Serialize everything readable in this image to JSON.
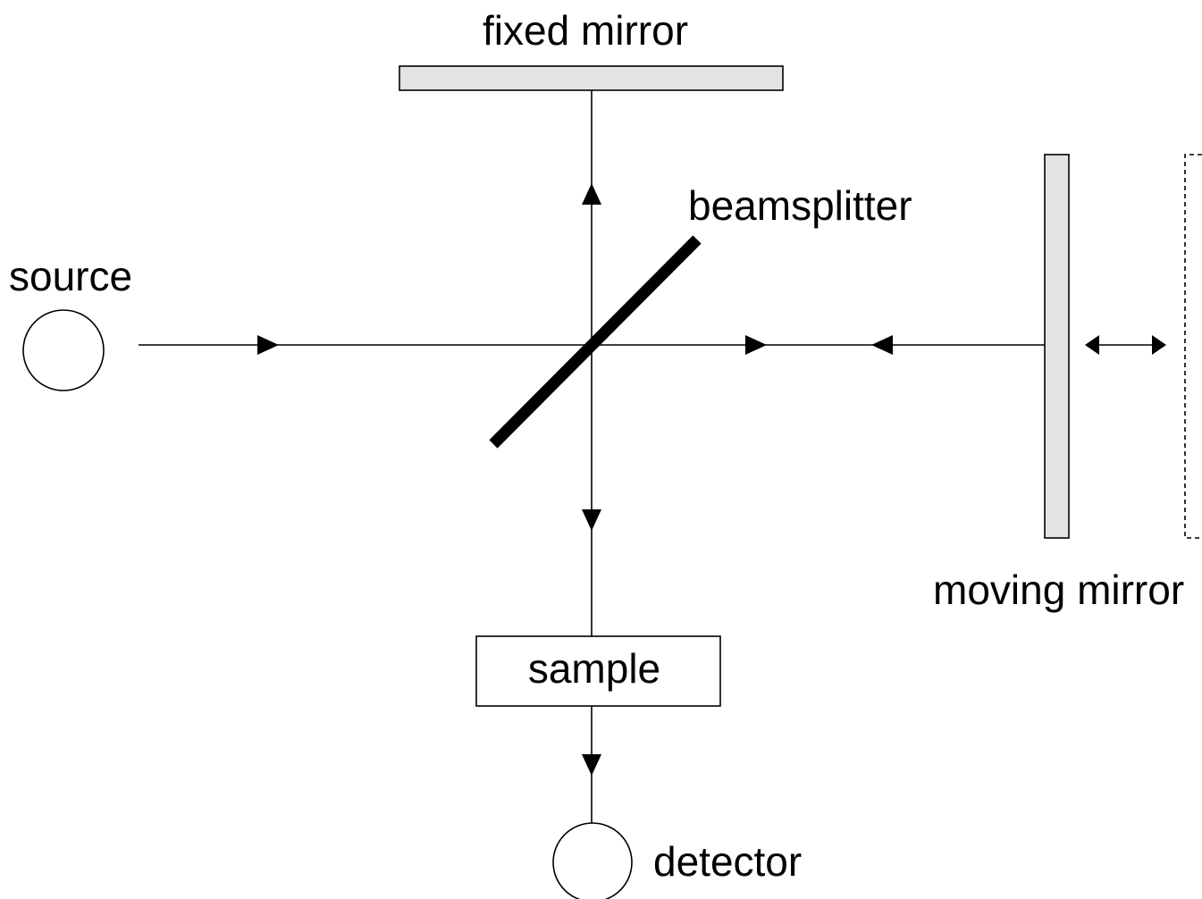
{
  "labels": {
    "fixed_mirror": "fixed mirror",
    "beamsplitter": "beamsplitter",
    "source": "source",
    "moving_mirror": "moving mirror",
    "sample": "sample",
    "detector": "detector"
  },
  "colors": {
    "mirror_fill": "#e3e3e3",
    "line": "#000000",
    "background": "#ffffff"
  }
}
